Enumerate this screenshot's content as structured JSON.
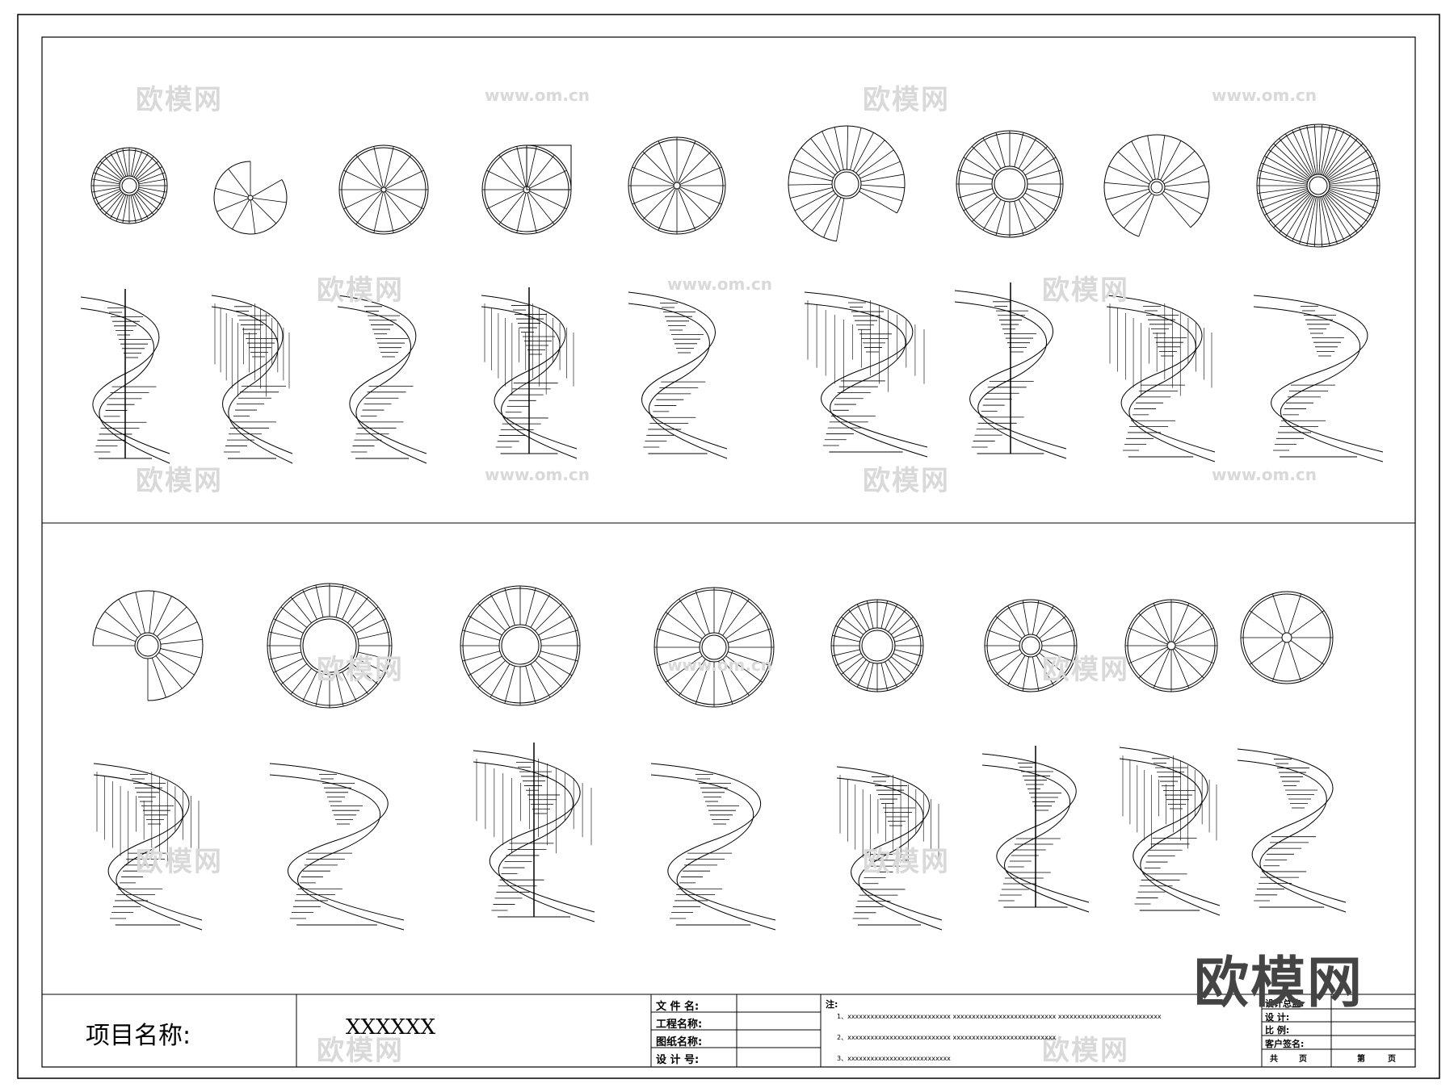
{
  "title_block": {
    "project_label": "项目名称:",
    "project_name": "XXXXXX",
    "file_fields": [
      "文 件 名:",
      "工程名称:",
      "图纸名称:",
      "设 计 号:"
    ],
    "notes_heading": "注:",
    "notes": [
      "1、xxxxxxxxxxxxxxxxxxxxxxxxxxx    xxxxxxxxxxxxxxxxxxxxxxxxxxx    xxxxxxxxxxxxxxxxxxxxxxxxxxx",
      "2、xxxxxxxxxxxxxxxxxxxxxxxxxxx    xxxxxxxxxxxxxxxxxxxxxxxxxxx",
      "3、xxxxxxxxxxxxxxxxxxxxxxxxxxx"
    ],
    "signoff_fields": [
      "设计总监:",
      "设    计:",
      "比    例:",
      "客户签名:"
    ],
    "page_total_label": "共",
    "page_unit": "页",
    "page_current_label": "第",
    "page_unit_2": "页"
  },
  "watermark": {
    "brand_text": "欧模网",
    "url_text": "www.om.cn",
    "corner_logo": "欧模网"
  },
  "drawing_set": {
    "top_plan_count": 9,
    "top_elevation_count": 9,
    "bottom_plan_count": 8,
    "bottom_elevation_count": 8
  }
}
